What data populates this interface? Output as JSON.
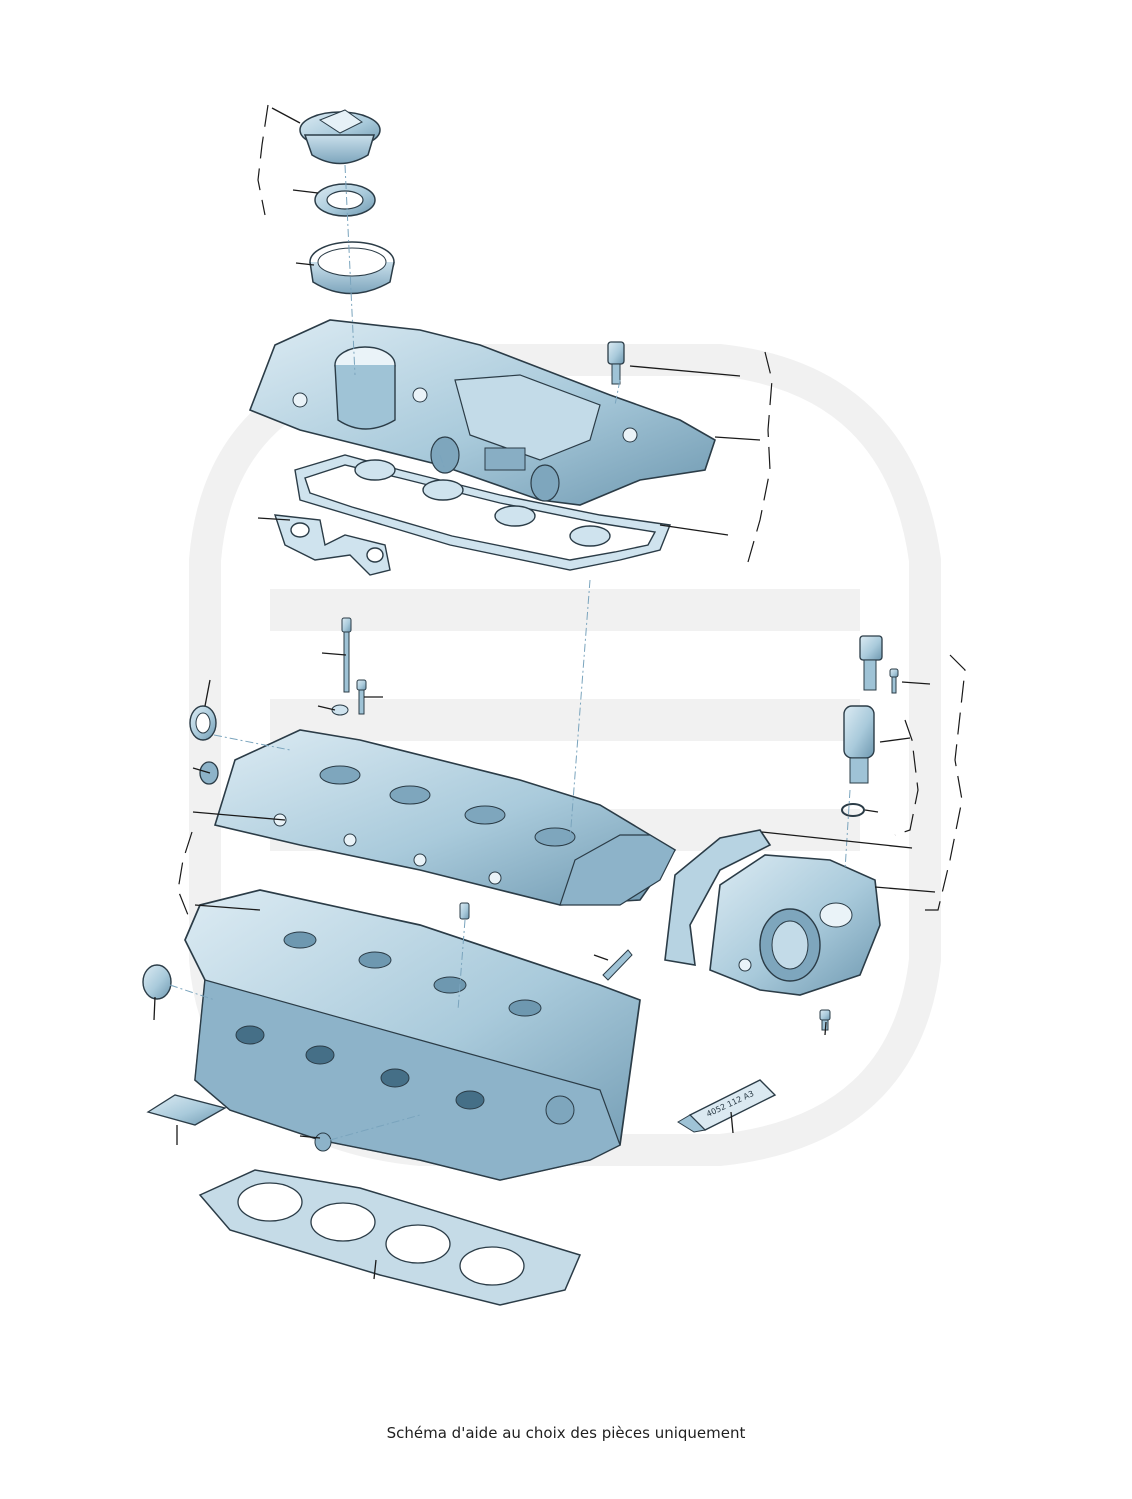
{
  "caption": "Schéma d'aide au choix des pièces uniquement",
  "colors": {
    "metal_light": "#cfe3ee",
    "metal_mid": "#9fc3d6",
    "metal_dark": "#5f8ba4",
    "outline": "#2b3c47",
    "gasket": "#b7d3e2",
    "watermark": "#f2f2f2",
    "leader_line": "#1a1a1a"
  },
  "icons": [
    "oil-filler-cap",
    "seal-ring",
    "filler-neck",
    "cylinder-head-cover",
    "gasket",
    "bolt",
    "camshaft-housing",
    "cylinder-head",
    "head-gasket",
    "sensor",
    "timing-cover",
    "sealant-tube"
  ],
  "sealant_tube_label": "4052 112 A3"
}
